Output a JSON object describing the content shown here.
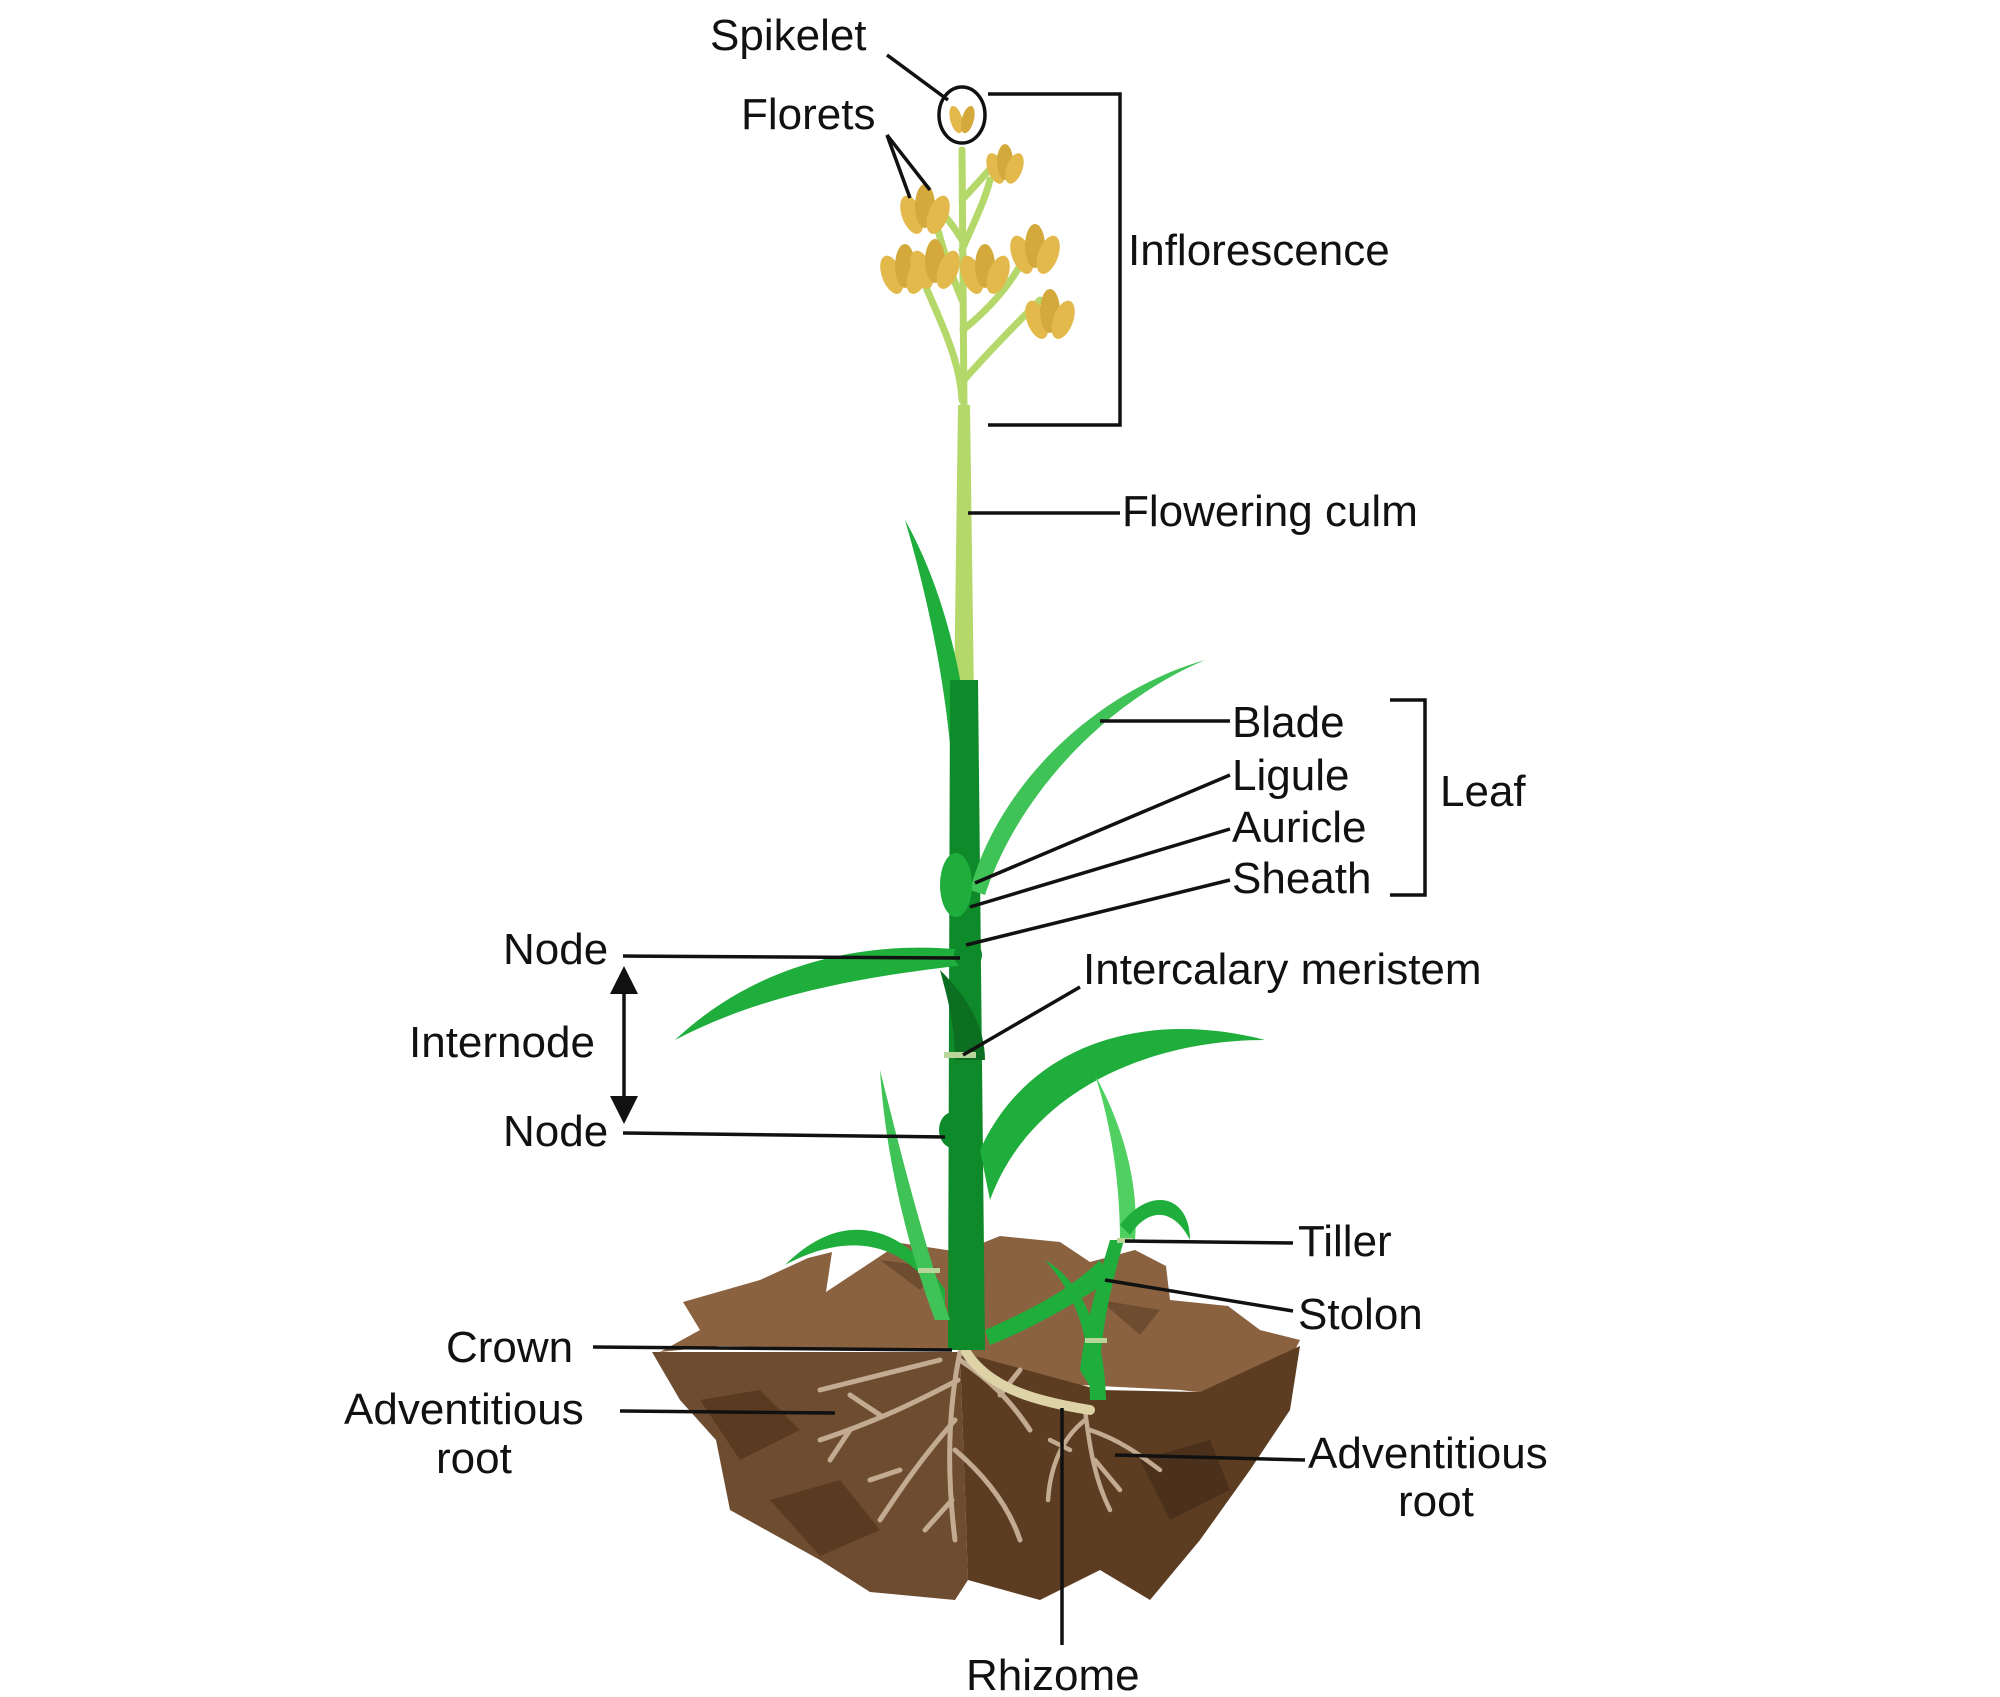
{
  "labels": {
    "spikelet": "Spikelet",
    "florets": "Florets",
    "inflorescence": "Inflorescence",
    "flowering_culm": "Flowering culm",
    "blade": "Blade",
    "ligule": "Ligule",
    "auricle": "Auricle",
    "sheath": "Sheath",
    "leaf": "Leaf",
    "node_upper": "Node",
    "internode": "Internode",
    "node_lower": "Node",
    "intercalary_meristem": "Intercalary meristem",
    "tiller": "Tiller",
    "stolon": "Stolon",
    "crown": "Crown",
    "adventitious_root_left_line1": "Adventitious",
    "adventitious_root_left_line2": "root",
    "adventitious_root_right_line1": "Adventitious",
    "adventitious_root_right_line2": "root",
    "rhizome": "Rhizome"
  },
  "colors": {
    "leaf_dark": "#0f8a2a",
    "leaf_mid": "#1fae3c",
    "leaf_light": "#4fd061",
    "culm_upper": "#b4d86a",
    "floret": "#e3b94c",
    "floret_shade": "#c9962e",
    "soil_top": "#8a6240",
    "soil_side": "#6b4a2e",
    "soil_dark": "#56391f",
    "root": "#c2ab90",
    "rhizome": "#ddd3a6"
  }
}
